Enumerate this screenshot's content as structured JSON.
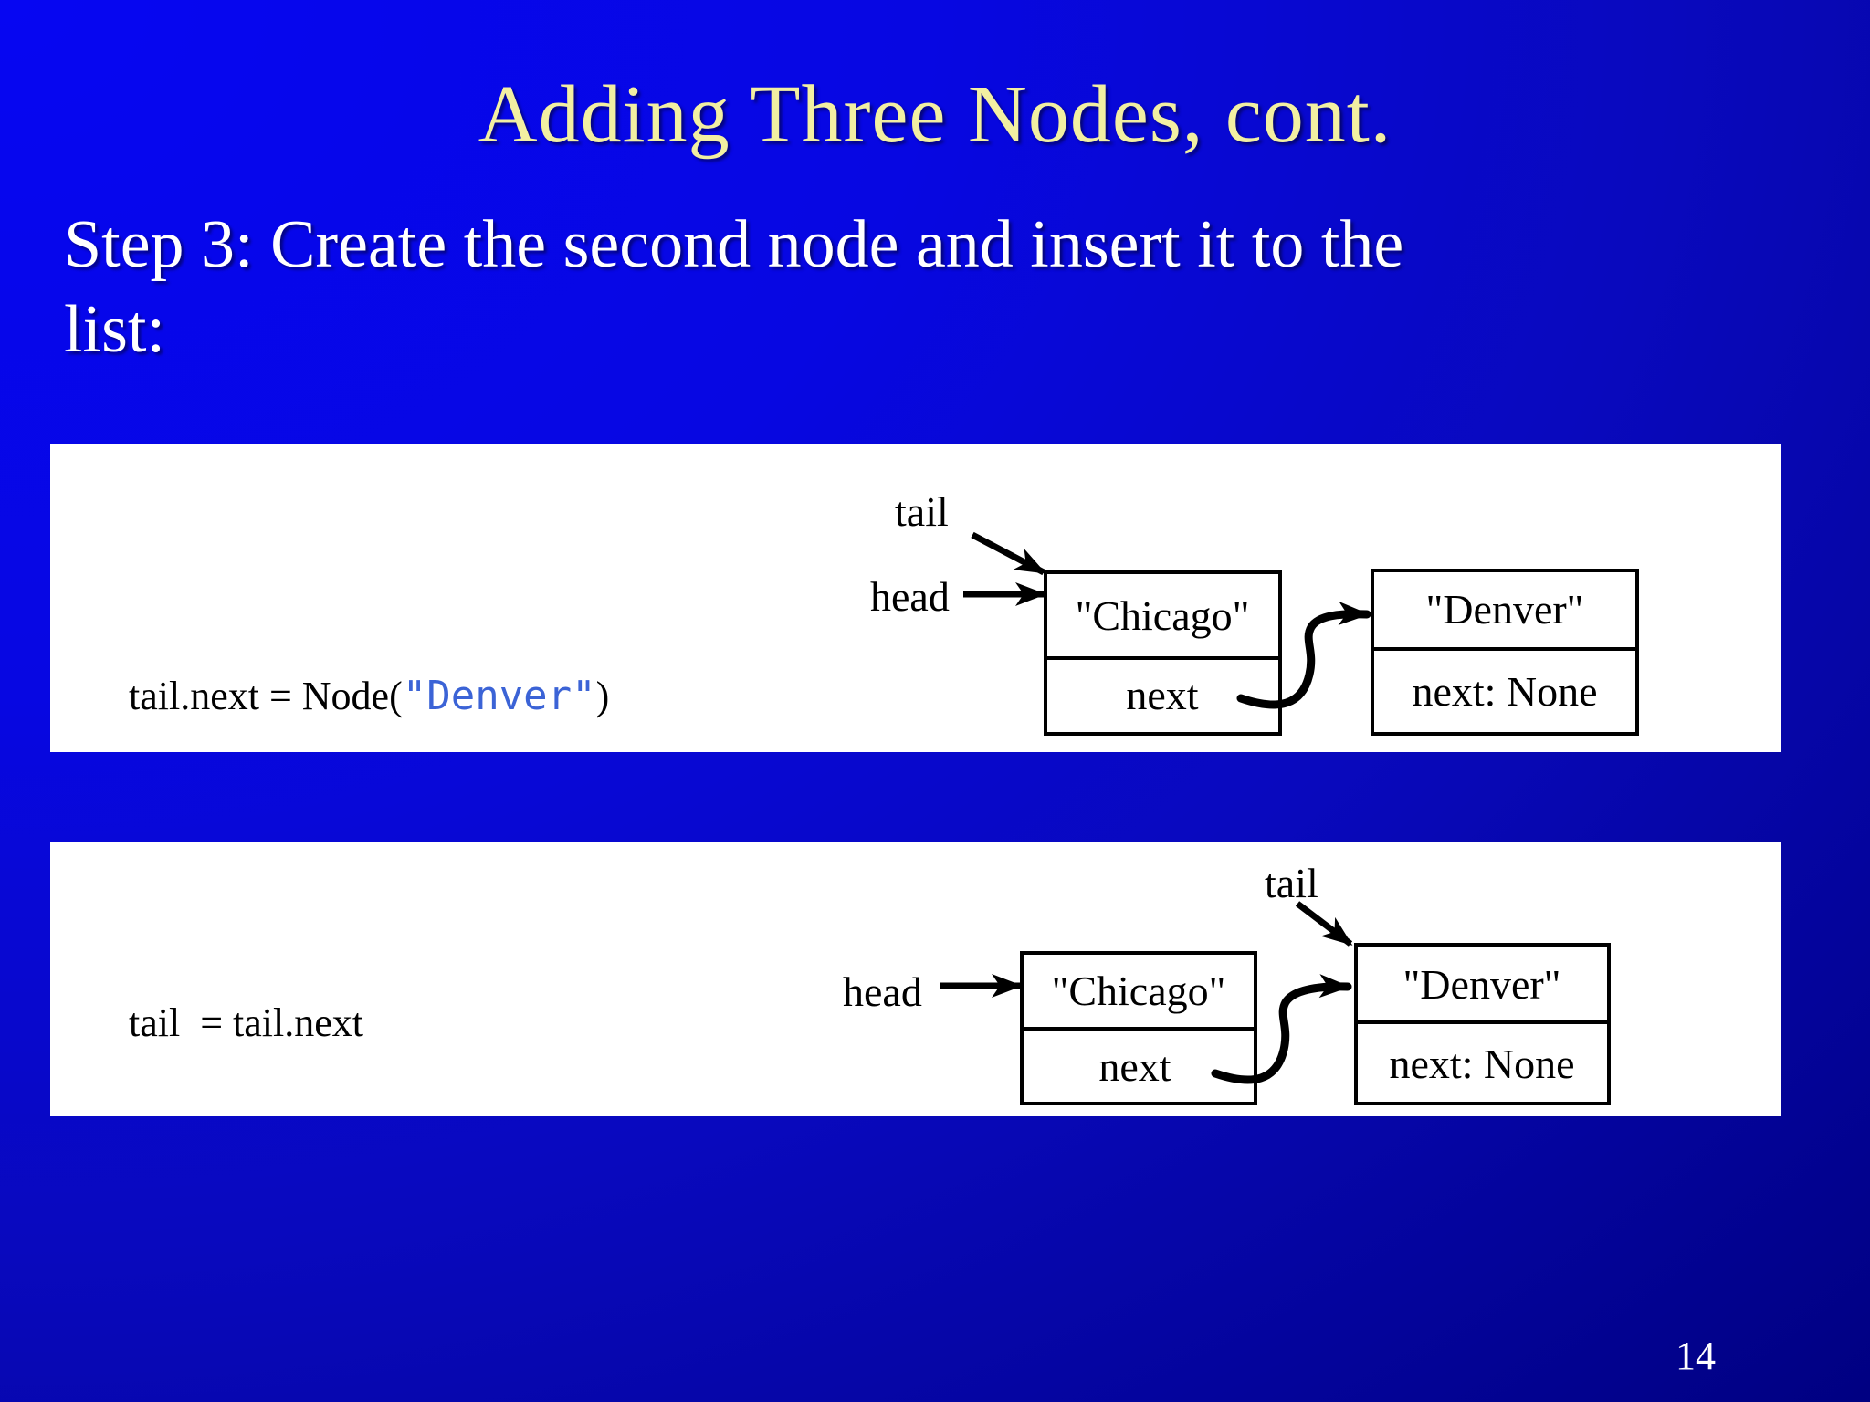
{
  "slide": {
    "title": "Adding Three Nodes, cont.",
    "step_line1": "Step 3: Create the second node and insert it to the",
    "step_line2": "list:",
    "page_number": "14"
  },
  "colors": {
    "background_top_left": "#0606f2",
    "background_bottom_right": "#000080",
    "title_text": "#f2efa2",
    "body_text": "#ffffff",
    "panel_background": "#ffffff",
    "diagram_ink": "#000000",
    "code_string_blue": "#3b63d6"
  },
  "panel1": {
    "code_prefix": "tail.next = Node(",
    "code_string_arg": "\"Denver\"",
    "code_suffix": ")",
    "diagram": {
      "tail_label": "tail",
      "head_label": "head",
      "node1_value": "\"Chicago\"",
      "node1_next": "next",
      "node2_value": "\"Denver\"",
      "node2_next": "next: None"
    }
  },
  "panel2": {
    "code_line": "tail  = tail.next",
    "diagram": {
      "tail_label": "tail",
      "head_label": "head",
      "node1_value": "\"Chicago\"",
      "node1_next": "next",
      "node2_value": "\"Denver\"",
      "node2_next": "next: None"
    }
  }
}
